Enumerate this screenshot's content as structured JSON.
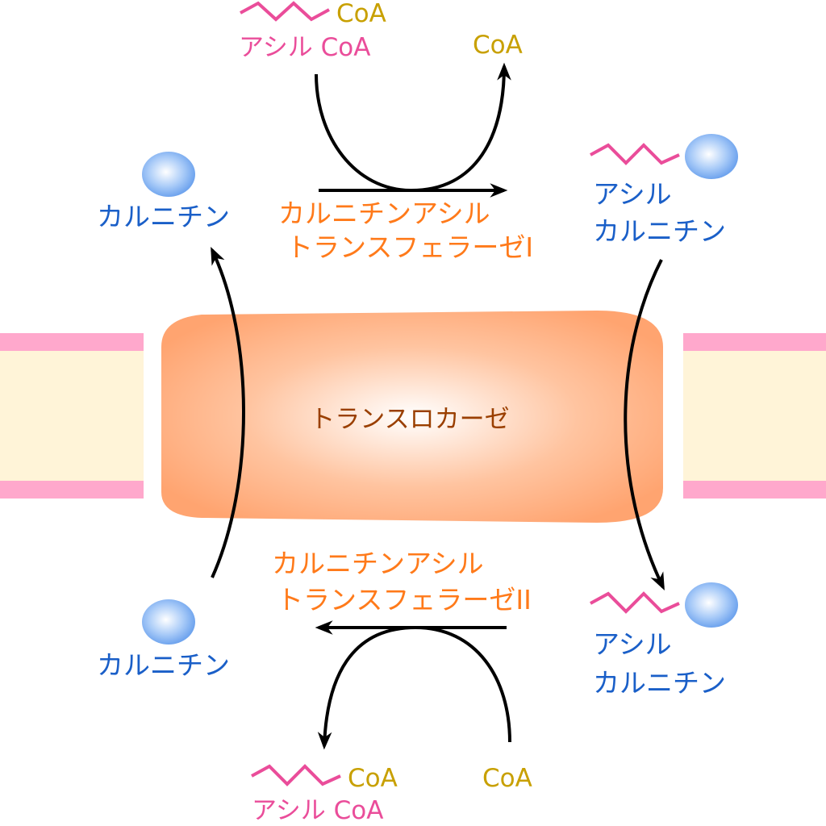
{
  "membrane": {
    "outer_color": "#ffa8cc",
    "inner_color": "#fff4d8"
  },
  "transporter": {
    "label": "トランスロカーゼ",
    "color": "#ffaa78"
  },
  "top": {
    "acyl_coa_tag": "CoA",
    "acyl_coa_label": "アシル CoA",
    "coa_label": "CoA",
    "enzyme_line1": "カルニチンアシル",
    "enzyme_line2": "トランスフェラーゼI",
    "carnitine_label": "カルニチン",
    "acyl_carnitine_line1": "アシル",
    "acyl_carnitine_line2": "カルニチン"
  },
  "bottom": {
    "enzyme_line1": "カルニチンアシル",
    "enzyme_line2": "トランスフェラーゼII",
    "carnitine_label": "カルニチン",
    "acyl_carnitine_line1": "アシル",
    "acyl_carnitine_line2": "カルニチン",
    "coa_label": "CoA",
    "acyl_coa_tag": "CoA",
    "acyl_coa_label": "アシル CoA"
  },
  "colors": {
    "enzyme_text": "#ff7a1a",
    "carnitine_text": "#1a5fc8",
    "acyl_text": "#ea4d9a",
    "coa_text": "#c8a000",
    "sphere": "#8ab8f5",
    "chain": "#ea4d9a"
  }
}
